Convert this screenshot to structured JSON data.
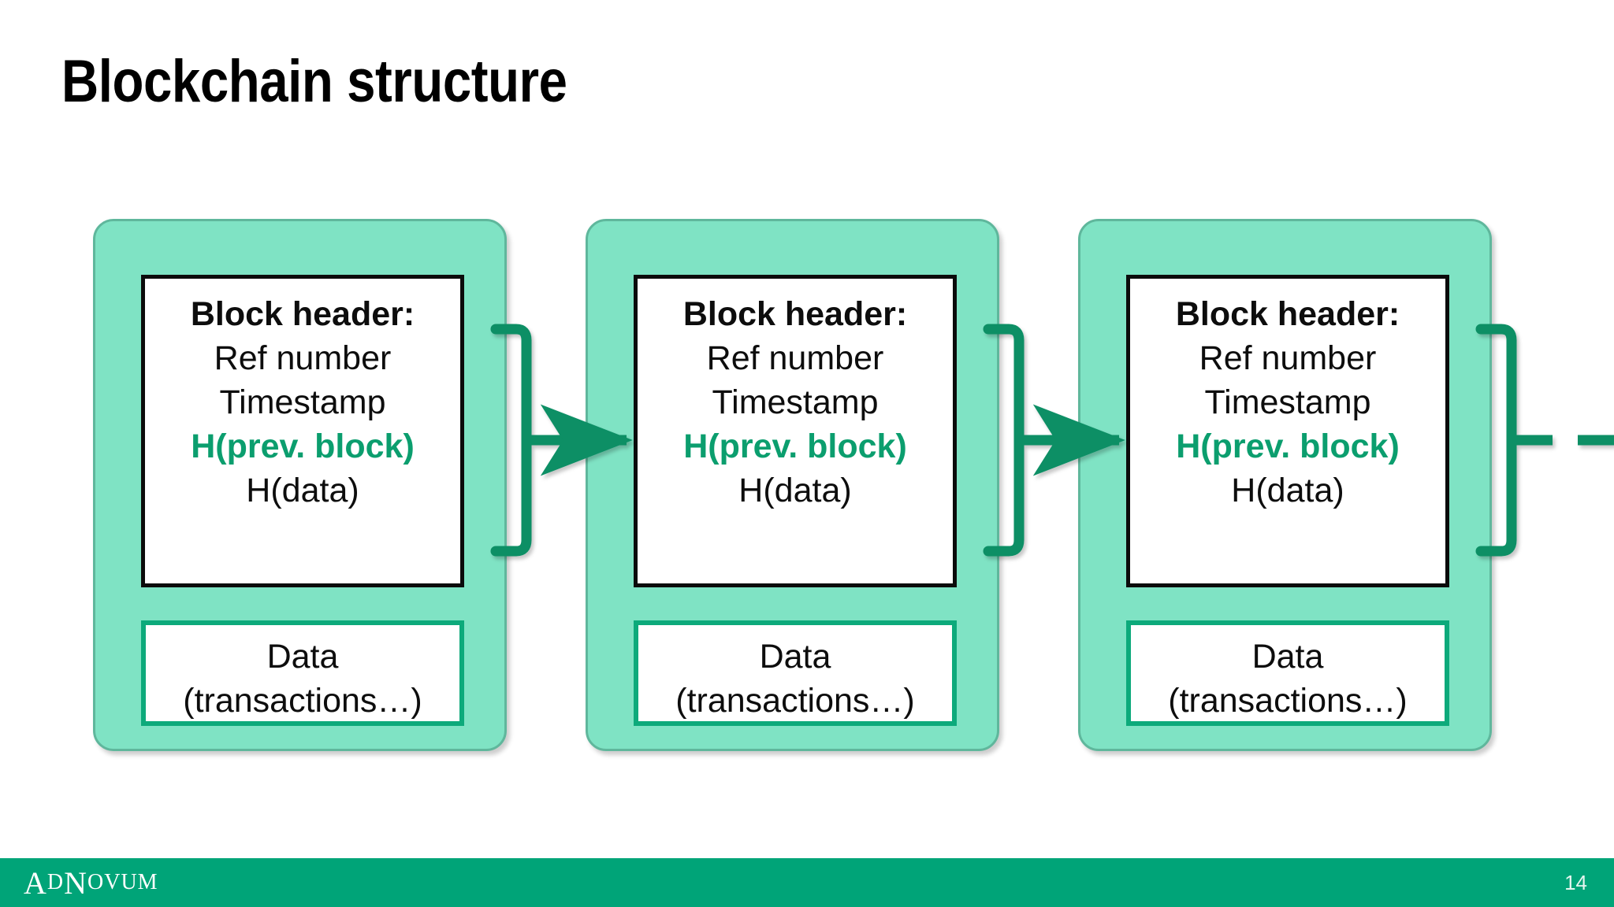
{
  "slide": {
    "title": "Blockchain structure",
    "page_number": "14",
    "background_color": "#FFFFFF"
  },
  "theme": {
    "block_fill": "#7FE3C4",
    "block_border": "#5FB79C",
    "header_border": "#0B0B0B",
    "data_border": "#0DAA7B",
    "accent_green": "#0B9E6E",
    "link_green": "#0B8F65",
    "footer_green": "#00A478",
    "text_color": "#0D0D0D"
  },
  "diagram": {
    "type": "blockchain-chain",
    "blocks": [
      {
        "id": "block-1",
        "header": {
          "title": "Block header:",
          "fields": [
            {
              "label": "Ref number",
              "style": "normal"
            },
            {
              "label": "Timestamp",
              "style": "normal"
            },
            {
              "label": "H(prev. block)",
              "style": "accent-bold"
            },
            {
              "label": "H(data)",
              "style": "normal"
            }
          ]
        },
        "data_section": {
          "line1": "Data",
          "line2": "(transactions…)"
        }
      },
      {
        "id": "block-2",
        "header": {
          "title": "Block header:",
          "fields": [
            {
              "label": "Ref number",
              "style": "normal"
            },
            {
              "label": "Timestamp",
              "style": "normal"
            },
            {
              "label": "H(prev. block)",
              "style": "accent-bold"
            },
            {
              "label": "H(data)",
              "style": "normal"
            }
          ]
        },
        "data_section": {
          "line1": "Data",
          "line2": "(transactions…)"
        }
      },
      {
        "id": "block-3",
        "header": {
          "title": "Block header:",
          "fields": [
            {
              "label": "Ref number",
              "style": "normal"
            },
            {
              "label": "Timestamp",
              "style": "normal"
            },
            {
              "label": "H(prev. block)",
              "style": "accent-bold"
            },
            {
              "label": "H(data)",
              "style": "normal"
            }
          ]
        },
        "data_section": {
          "line1": "Data",
          "line2": "(transactions…)"
        }
      }
    ],
    "connectors": [
      {
        "id": "incoming-dashed-arrow",
        "kind": "dashed-arrow",
        "direction": "right",
        "target": "block-1"
      },
      {
        "id": "link-block1-to-block2",
        "kind": "bracket-arrow",
        "direction": "right",
        "source": "block-1",
        "target": "block-2"
      },
      {
        "id": "link-block2-to-block3",
        "kind": "bracket-arrow",
        "direction": "right",
        "source": "block-2",
        "target": "block-3"
      },
      {
        "id": "outgoing-dashed-link",
        "kind": "bracket-dashed",
        "direction": "right",
        "source": "block-3"
      }
    ]
  },
  "footer": {
    "logo": {
      "name": "adnovum-logo",
      "part1": "A",
      "part2": "D",
      "part3": "N",
      "part4": "OVUM"
    }
  }
}
